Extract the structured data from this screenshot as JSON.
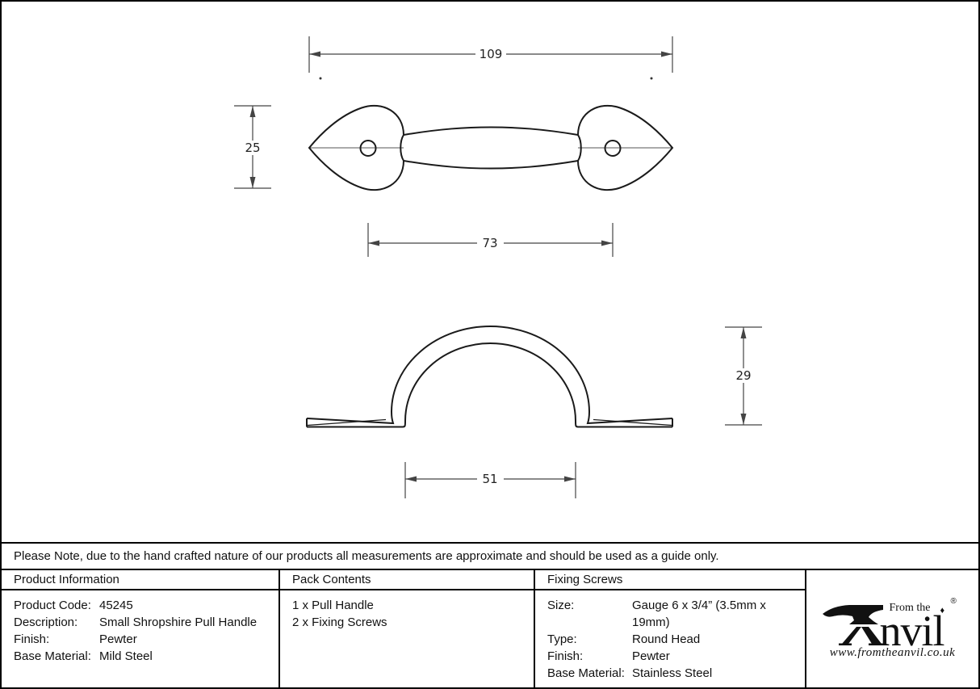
{
  "drawing": {
    "dimensions": {
      "overall_length": "109",
      "plate_width": "25",
      "hole_centres": "73",
      "inner_width": "51",
      "projection": "29"
    }
  },
  "note": "Please Note, due to the hand crafted nature of our products all measurements are approximate and should be used as a guide only.",
  "product_information": {
    "header": "Product Information",
    "rows": [
      {
        "label": "Product Code:",
        "value": "45245"
      },
      {
        "label": "Description:",
        "value": "Small Shropshire Pull Handle"
      },
      {
        "label": "Finish:",
        "value": "Pewter"
      },
      {
        "label": "Base Material:",
        "value": "Mild Steel"
      }
    ]
  },
  "pack_contents": {
    "header": "Pack Contents",
    "items": [
      "1 x Pull Handle",
      "2 x Fixing Screws"
    ]
  },
  "fixing_screws": {
    "header": "Fixing Screws",
    "rows": [
      {
        "label": "Size:",
        "value": "Gauge 6 x 3/4” (3.5mm x 19mm)"
      },
      {
        "label": "Type:",
        "value": "Round Head"
      },
      {
        "label": "Finish:",
        "value": "Pewter"
      },
      {
        "label": "Base Material:",
        "value": "Stainless Steel"
      }
    ]
  },
  "logo": {
    "brand_prefix": "From the",
    "brand_name_rest": "nvil",
    "registered": "®",
    "diamond": "♦",
    "website": "www.fromtheanvil.co.uk"
  },
  "colors": {
    "line": "#1a1a1a",
    "dim_line": "#444",
    "text": "#111"
  }
}
